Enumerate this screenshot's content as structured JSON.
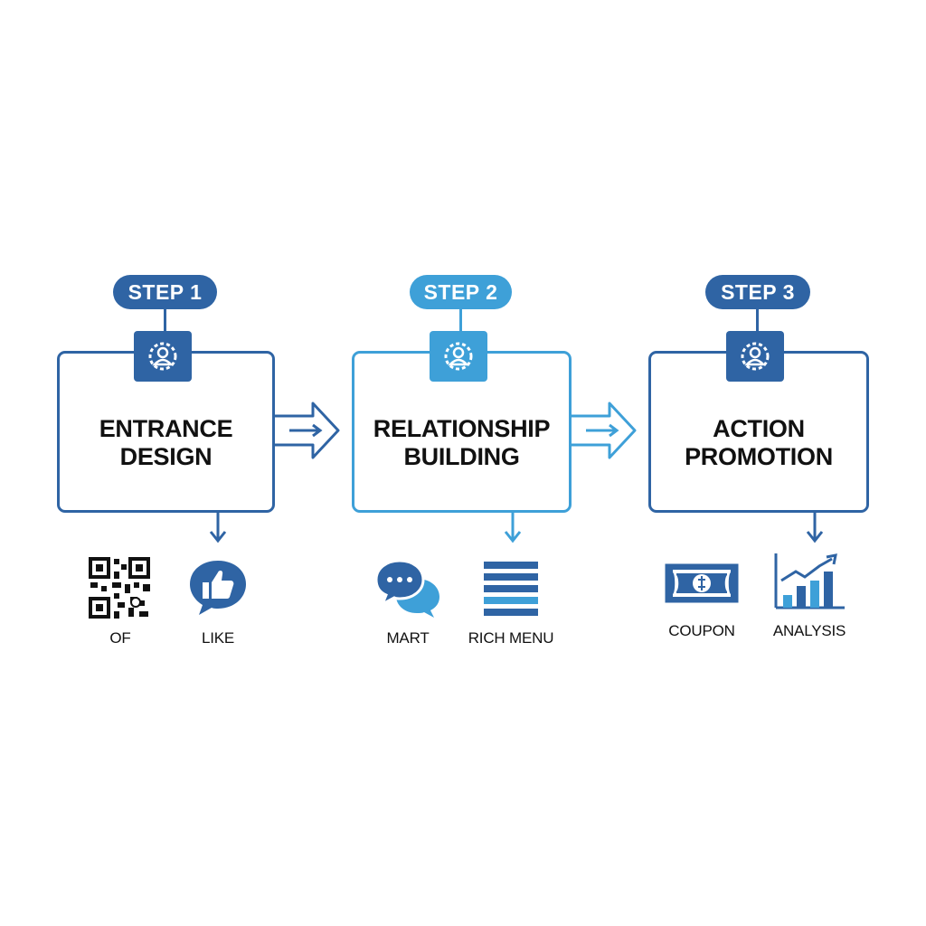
{
  "colors": {
    "dark_blue": "#2f64a4",
    "light_blue": "#3ea0d8",
    "text": "#111111"
  },
  "steps": [
    {
      "badge_label": "STEP 1",
      "icon": "person-gear-icon",
      "title_line1": "ENTRANCE",
      "title_line2": "DESIGN",
      "items": [
        {
          "label": "OF",
          "icon": "qr-code-icon"
        },
        {
          "label": "LIKE",
          "icon": "thumbs-up-icon"
        }
      ]
    },
    {
      "badge_label": "STEP 2",
      "icon": "person-gear-icon",
      "title_line1": "RELATIONSHIP",
      "title_line2": "BUILDING",
      "items": [
        {
          "label": "MART",
          "icon": "chat-bubbles-icon"
        },
        {
          "label": "RICH MENU",
          "icon": "menu-lines-icon"
        }
      ]
    },
    {
      "badge_label": "STEP 3",
      "icon": "person-gear-icon",
      "title_line1": "ACTION",
      "title_line2": "PROMOTION",
      "items": [
        {
          "label": "COUPON",
          "icon": "banknote-icon"
        },
        {
          "label": "ANALYSIS",
          "icon": "bar-chart-growth-icon"
        }
      ]
    }
  ]
}
